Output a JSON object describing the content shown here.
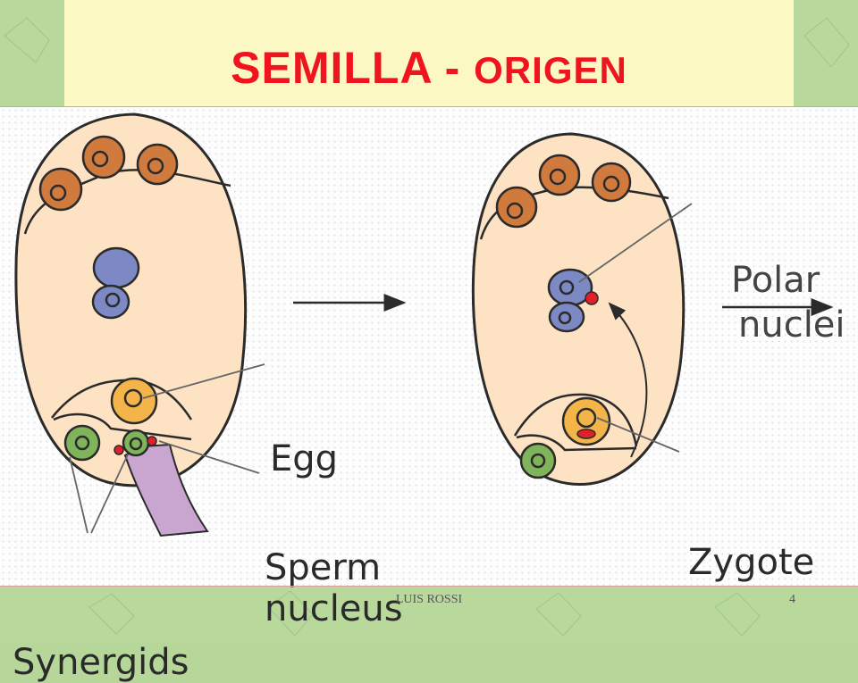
{
  "slide": {
    "title_main": "SEMILLA -",
    "title_secondary": "ORIGEN"
  },
  "diagram": {
    "labels": {
      "polar_nuclei_line1": "Polar",
      "polar_nuclei_line2": "nuclei",
      "egg": "Egg",
      "sperm_nucleus_line1": "Sperm",
      "sperm_nucleus_line2": "nucleus",
      "zygote": "Zygote",
      "synergids": "Synergids"
    },
    "colors": {
      "ovule_fill": "#fde2c4",
      "outline": "#2b2b2b",
      "antipodal": "#d07a3e",
      "polar": "#7d89c4",
      "egg": "#f3b449",
      "synergid": "#7fb45a",
      "sperm": "#e2202a",
      "pollen_tube": "#c8a6cf"
    }
  },
  "footer": {
    "author": "LUIS ROSSI",
    "page": "4"
  }
}
